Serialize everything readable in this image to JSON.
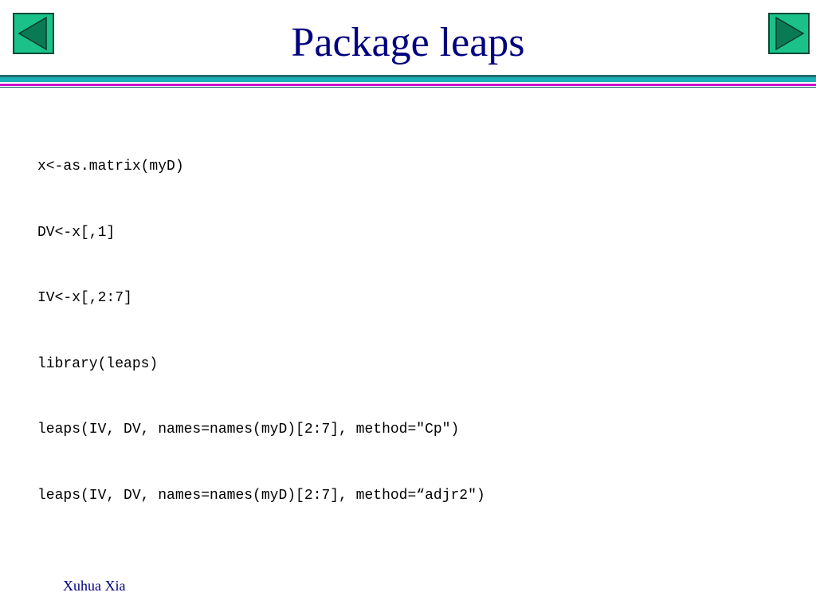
{
  "slide": {
    "title": "Package leaps",
    "code_lines": [
      "x<-as.matrix(myD)",
      "DV<-x[,1]",
      "IV<-x[,2:7]",
      "library(leaps)",
      "leaps(IV, DV, names=names(myD)[2:7], method=\"Cp\")",
      "leaps(IV, DV, names=names(myD)[2:7], method=“adjr2\")"
    ],
    "footer_author": "Xuhua Xia"
  },
  "navigation": {
    "prev_icon": "triangle-left-icon",
    "next_icon": "triangle-right-icon"
  },
  "colors": {
    "title": "#000080",
    "nav_fill": "#1ac28a",
    "nav_arrow": "#0a7a55",
    "rule_teal": "#1ab0b5",
    "rule_magenta": "#cc00cc"
  }
}
